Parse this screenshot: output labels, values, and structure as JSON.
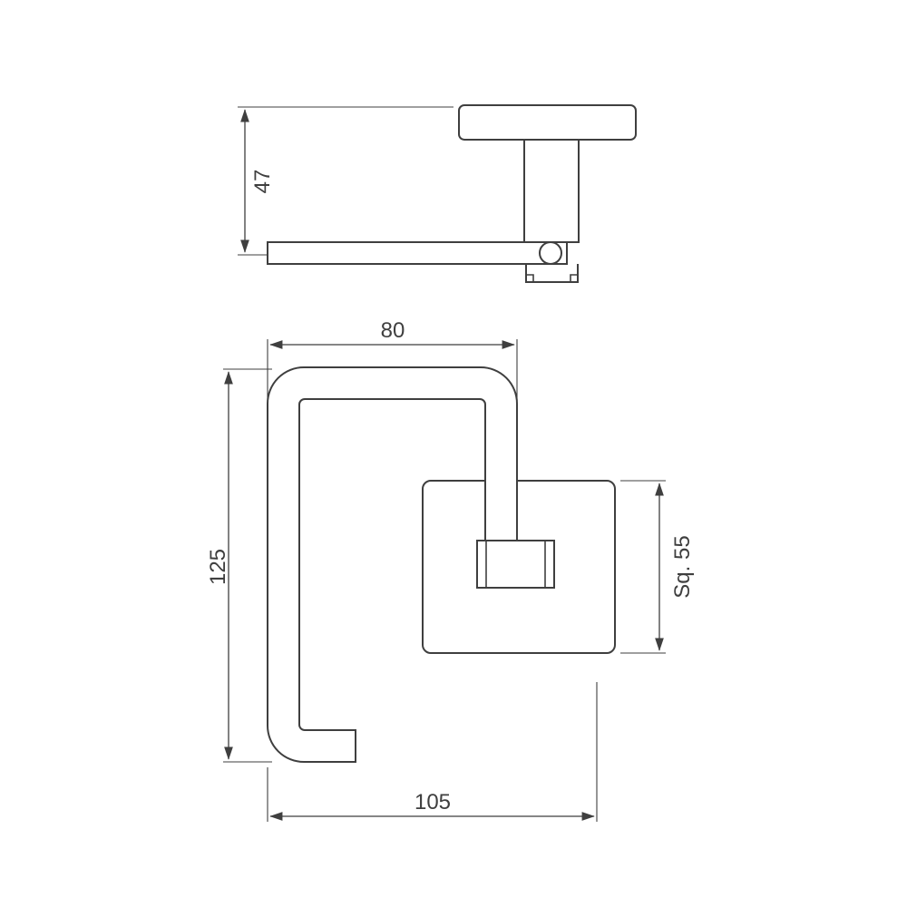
{
  "drawing": {
    "type": "technical-dimension-drawing",
    "subject": "wall-mounted-bathroom-holder",
    "views": {
      "side_view": {
        "dimension_height": "47"
      },
      "front_view": {
        "dimension_width_top": "80",
        "dimension_height": "125",
        "dimension_width_bottom": "105",
        "dimension_plate": "Sq. 55"
      }
    },
    "colors": {
      "line": "#3f3f3f",
      "background": "#ffffff"
    }
  }
}
